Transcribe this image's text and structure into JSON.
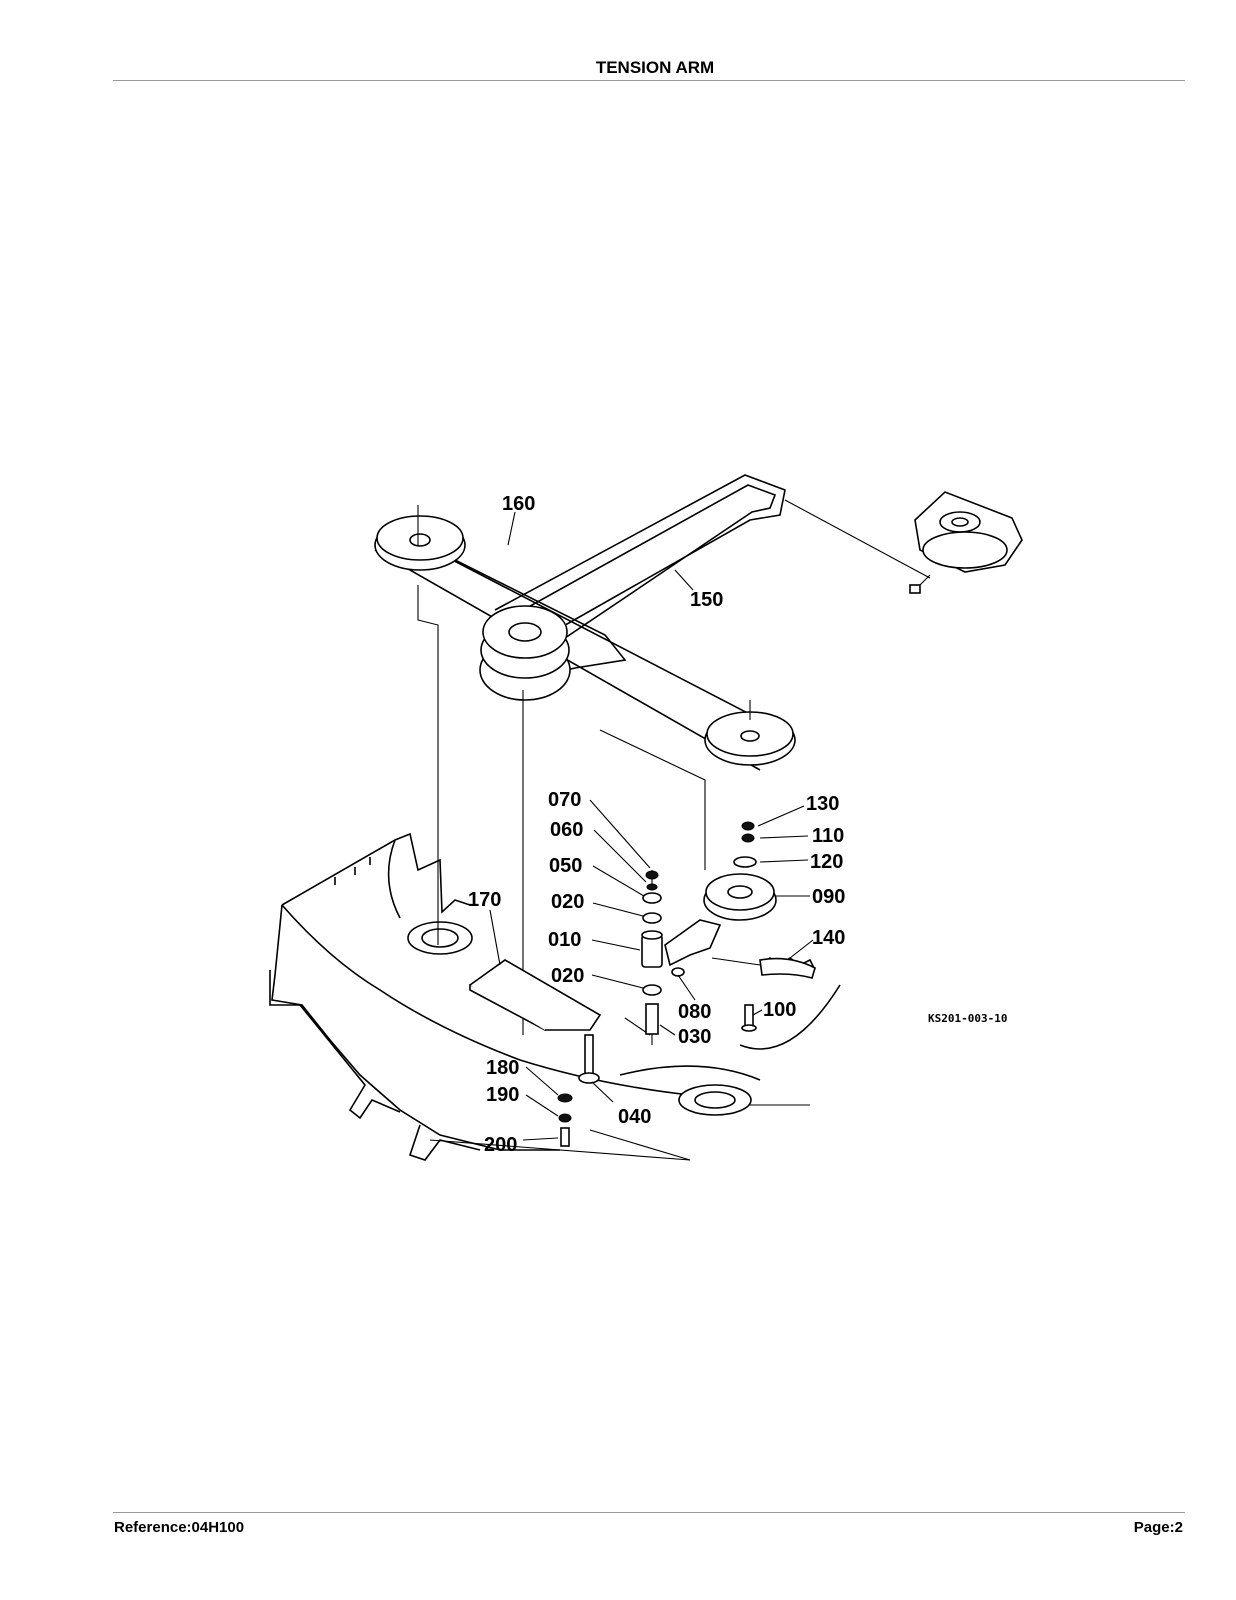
{
  "header": {
    "title": "TENSION ARM"
  },
  "footer": {
    "reference": "Reference:04H100",
    "page": "Page:2"
  },
  "diagram": {
    "drawing_id": "KS201-003-10",
    "callouts": [
      "160",
      "150",
      "130",
      "110",
      "120",
      "090",
      "140",
      "070",
      "060",
      "050",
      "020",
      "010",
      "020",
      "080",
      "100",
      "030",
      "170",
      "180",
      "190",
      "040",
      "200"
    ]
  }
}
